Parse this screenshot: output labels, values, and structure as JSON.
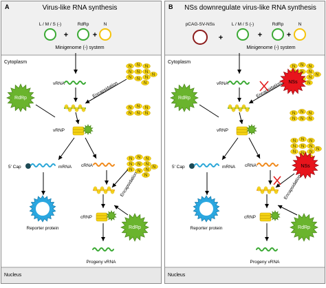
{
  "panel_a": {
    "letter": "A",
    "title": "Virus-like RNA synthesis",
    "plasmid_labels": [
      "L / M / S (-)",
      "RdRp",
      "N"
    ],
    "system_label": "Minigenome (-) system",
    "cytoplasm_label": "Cytoplasm",
    "nucleus_label": "Nucleus",
    "vrna": "vRNA",
    "encapsidation_1": "Encapsidation",
    "encapsidation_2": "Encapsidation",
    "rdrp_1": "RdRp",
    "rdrp_2": "RdRp",
    "vrnp": "vRNP",
    "cap": "5' Cap",
    "mrna": "mRNA",
    "crna": "cRNA",
    "crnp": "cRNP",
    "reporter": "Reporter protein",
    "progeny": "Progeny vRNA",
    "n_letter": "N"
  },
  "panel_b": {
    "letter": "B",
    "title": "NSs downregulate virus-like RNA synthesis",
    "plasmid_labels": [
      "pCAG-SV-NSs",
      "L / M / S (-)",
      "RdRp",
      "N"
    ],
    "system_label": "Minigenome (-) system",
    "cytoplasm_label": "Cytoplasm",
    "nucleus_label": "Nucleus",
    "vrna": "vRNA",
    "encapsidation_1": "Encapsidation",
    "encapsidation_2": "Encapsidation",
    "rdrp_1": "RdRp",
    "rdrp_2": "RdRp",
    "nss_1": "NSs",
    "nss_2": "NSs",
    "vrnp": "vRNP",
    "cap": "5' Cap",
    "mrna": "mRNA",
    "crna": "cRNA",
    "crnp": "cRNP",
    "reporter": "Reporter protein",
    "progeny": "Progeny vRNA",
    "n_letter": "N"
  },
  "plus": "+",
  "colors": {
    "panel_header_bg": "#f0f0f0",
    "nucleus_bg": "#e8e8e8",
    "rdrp_green": "#6ab42d",
    "n_yellow": "#f5d313",
    "nss_red": "#e8141c",
    "vrna_green": "#3aa933",
    "mrna_blue": "#2aa7d8",
    "crna_orange": "#f08a1c",
    "reporter_blue": "#2aa7e0",
    "cap_dark": "#1d4a55",
    "plasmid_l": "#3aa933",
    "plasmid_rdrp": "#3aa933",
    "plasmid_n": "#f5c30a",
    "plasmid_nss": "#8b1a1a",
    "inhibit_red": "#e21e1e"
  }
}
